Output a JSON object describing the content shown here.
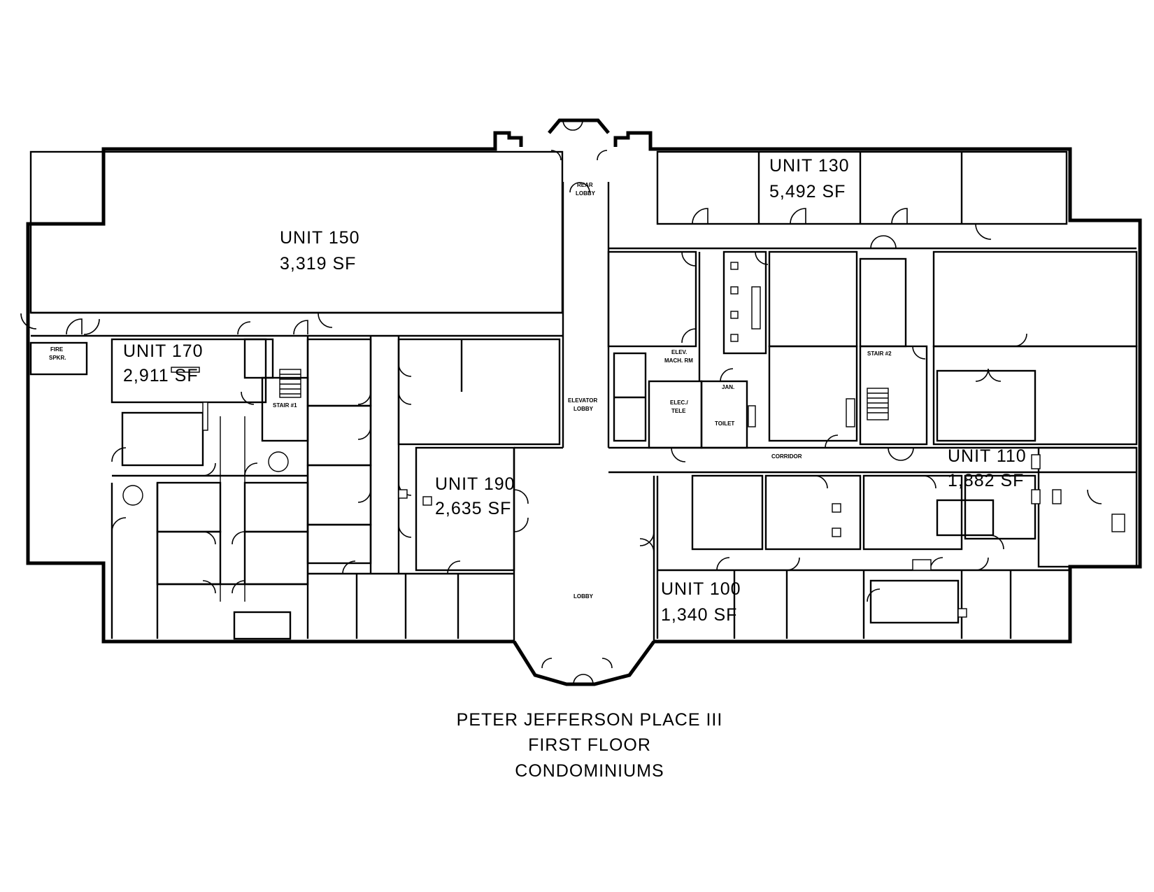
{
  "units": [
    {
      "id": "unit-150",
      "name": "UNIT 150",
      "area": "3,319 SF"
    },
    {
      "id": "unit-130",
      "name": "UNIT 130",
      "area": "5,492 SF"
    },
    {
      "id": "unit-170",
      "name": "UNIT 170",
      "area": "2,911 SF"
    },
    {
      "id": "unit-190",
      "name": "UNIT 190",
      "area": "2,635 SF"
    },
    {
      "id": "unit-110",
      "name": "UNIT 110",
      "area": "1,882 SF"
    },
    {
      "id": "unit-100",
      "name": "UNIT 100",
      "area": "1,340 SF"
    }
  ],
  "rooms": {
    "rear_lobby_1": "REAR",
    "rear_lobby_2": "LOBBY",
    "elevator_lobby_1": "ELEVATOR",
    "elevator_lobby_2": "LOBBY",
    "lobby": "LOBBY",
    "elev_mach_1": "ELEV.",
    "elev_mach_2": "MACH. RM",
    "elec_tele_1": "ELEC./",
    "elec_tele_2": "TELE",
    "jan": "JAN.",
    "toilet": "TOILET",
    "corridor": "CORRIDOR",
    "stair_1": "STAIR #1",
    "stair_2": "STAIR #2",
    "fire_spkr_1": "FIRE",
    "fire_spkr_2": "SPKR."
  },
  "title": {
    "line1": "PETER JEFFERSON PLACE III",
    "line2": "FIRST FLOOR",
    "line3": "CONDOMINIUMS"
  }
}
